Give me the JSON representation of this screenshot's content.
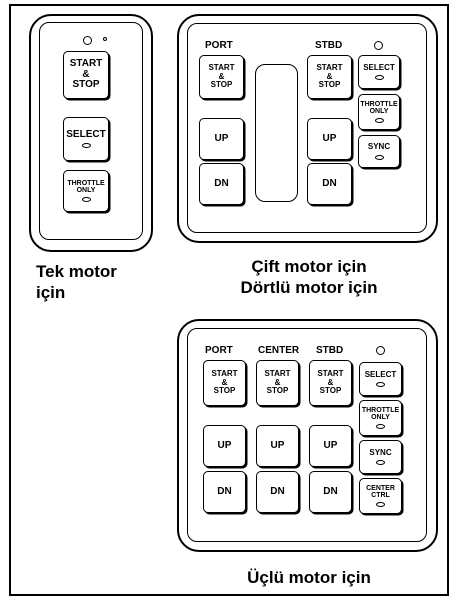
{
  "common": {
    "start_stop": "START\n&\nSTOP",
    "select": "SELECT",
    "throttle_only": "THROTTLE\nONLY",
    "sync": "SYNC",
    "center_ctrl": "CENTER\nCTRL",
    "up": "UP",
    "dn": "DN"
  },
  "single": {
    "caption_line1": "Tek motor",
    "caption_line2": "için"
  },
  "twin": {
    "port": "PORT",
    "stbd": "STBD",
    "caption_line1": "Çift motor için",
    "caption_line2": "Dörtlü motor için"
  },
  "triple": {
    "port": "PORT",
    "center": "CENTER",
    "stbd": "STBD",
    "caption": "Üçlü motor için"
  }
}
